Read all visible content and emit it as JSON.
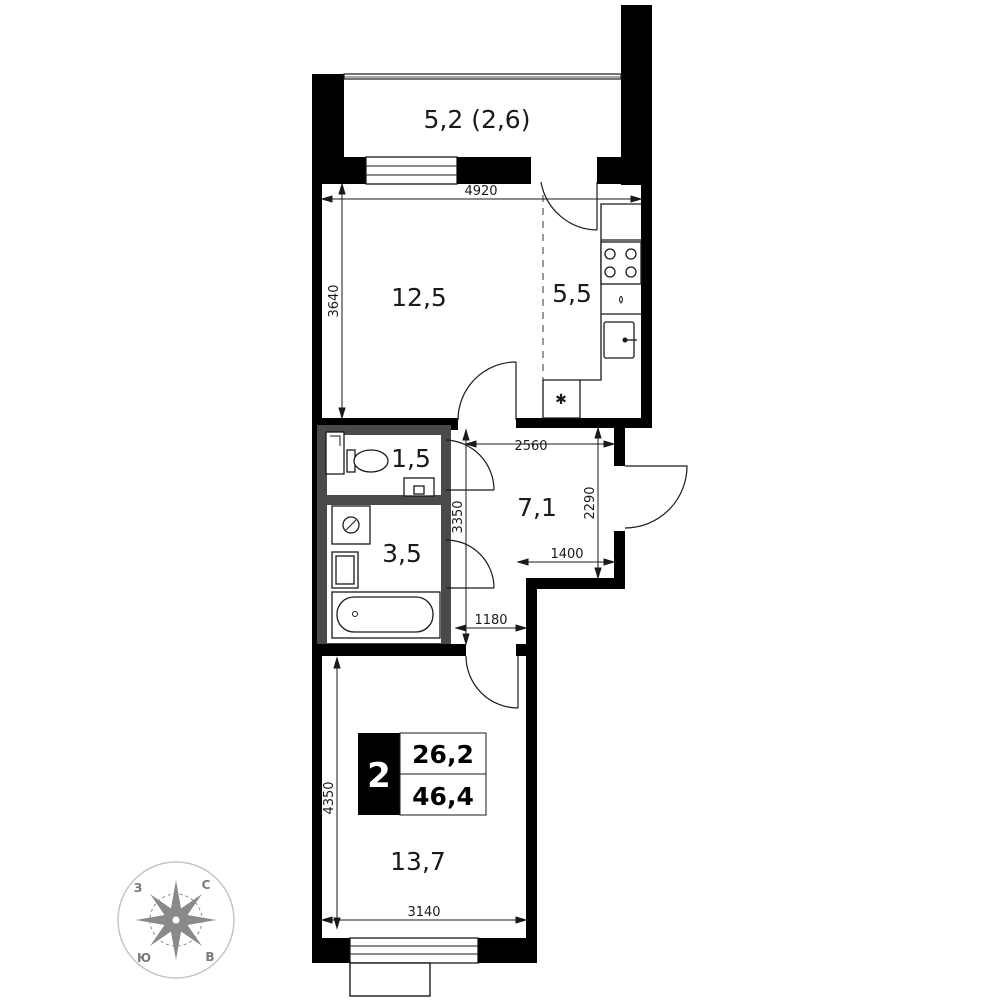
{
  "rooms": {
    "balcony": "5,2 (2,6)",
    "living": "12,5",
    "kitchen": "5,5",
    "wc": "1,5",
    "hall": "7,1",
    "bath": "3,5",
    "bedroom": "13,7"
  },
  "dimensions": {
    "living_width": "4920",
    "living_depth": "3640",
    "hall_width": "2560",
    "hall_height": "2290",
    "hall_lower_width": "1400",
    "corridor_length": "3350",
    "corridor_width": "1180",
    "bedroom_depth": "4350",
    "bedroom_width": "3140"
  },
  "badge": {
    "rooms_count": "2",
    "living_area": "26,2",
    "total_area": "46,4"
  },
  "compass": {
    "north": "С",
    "south": "Ю",
    "east": "В",
    "west": "З"
  },
  "icons": [
    "compass-rose-icon",
    "fridge-icon",
    "stove-icon",
    "sink-icon",
    "toilet-icon",
    "bathtub-icon",
    "washing-machine-icon"
  ]
}
